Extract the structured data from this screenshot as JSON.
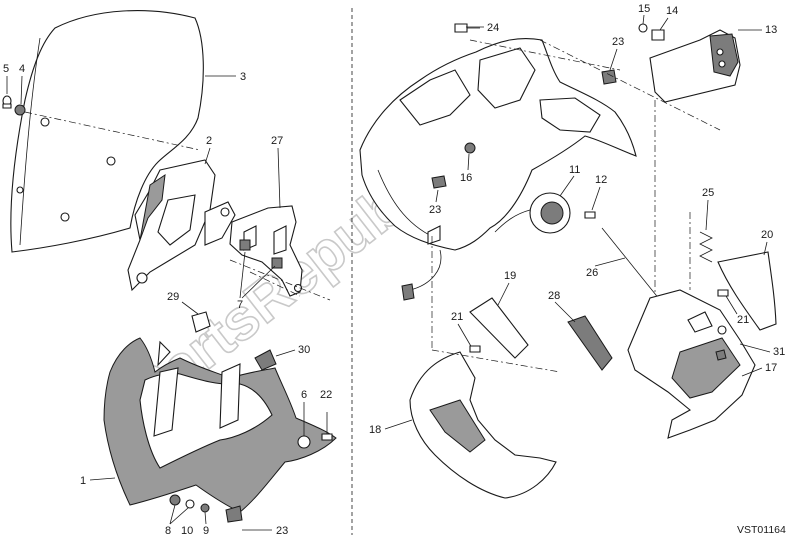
{
  "watermark": "PartsRepublik",
  "drawing_code": "VST01164",
  "callouts": {
    "c5": "5",
    "c4": "4",
    "c3": "3",
    "c2": "2",
    "c27": "27",
    "c7": "7",
    "c29": "29",
    "c30": "30",
    "c6": "6",
    "c22": "22",
    "c1": "1",
    "c8": "8",
    "c10": "10",
    "c9": "9",
    "c23a": "23",
    "c24": "24",
    "c15": "15",
    "c14": "14",
    "c13": "13",
    "c23b": "23",
    "c16": "16",
    "c23c": "23",
    "c11": "11",
    "c12": "12",
    "c25": "25",
    "c20": "20",
    "c26": "26",
    "c19": "19",
    "c28": "28",
    "c21a": "21",
    "c21b": "21",
    "c31": "31",
    "c17": "17",
    "c18": "18"
  }
}
